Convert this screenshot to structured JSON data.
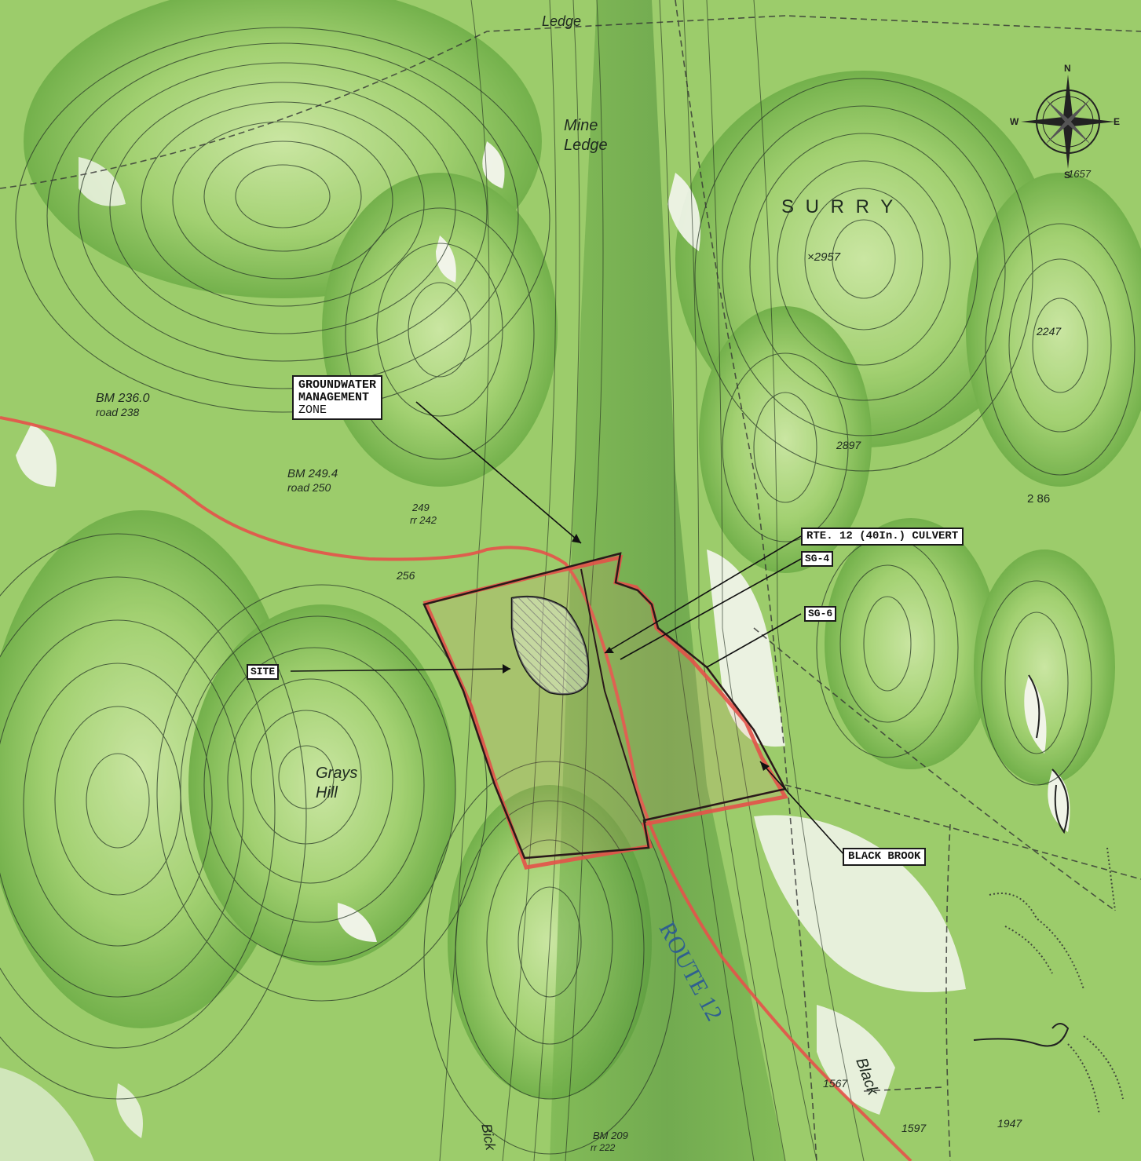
{
  "colors": {
    "terrain_green": "#a9d57a",
    "terrain_dark": "#6fae48",
    "terrain_light": "#cfe9a8",
    "contour": "#2a3a28",
    "road_red": "#e5524a",
    "boundary_dark": "#3a1f1f",
    "water_blue": "#2f5f8f",
    "clearing": "#f4f6ee"
  },
  "callouts": {
    "groundwater": [
      "GROUNDWATER",
      "MANAGEMENT",
      "ZONE"
    ],
    "site": "SITE",
    "culvert": "RTE. 12 (40In.) CULVERT",
    "sg4": "SG-4",
    "sg6": "SG-6",
    "black_brook": "BLACK BROOK"
  },
  "place_names": {
    "mine_ledge_1": "Mine",
    "mine_ledge_2": "Ledge",
    "ledge_top": "Ledge",
    "surry": "S U R R Y",
    "grays_hill_1": "Grays",
    "grays_hill_2": "Hill",
    "route_12": "ROUTE 12",
    "black": "Black",
    "bickford": "Bick"
  },
  "spot_labels": {
    "bm_236": "BM 236.0",
    "road_238": "road 238",
    "bm_249": "BM 249.4",
    "road_250": "road 250",
    "s249": "249",
    "s242": "rr 242",
    "s256": "256",
    "x2957": "×2957",
    "s2247": "2247",
    "s2897": "2897",
    "s286": "2 86",
    "s1657": "1657",
    "s1567": "1567",
    "s1597": "1597",
    "s1947": "1947",
    "bm_209": "BM 209",
    "road_222": "rr 222"
  },
  "compass": {
    "n": "N",
    "e": "E",
    "w": "W",
    "s": "S"
  }
}
